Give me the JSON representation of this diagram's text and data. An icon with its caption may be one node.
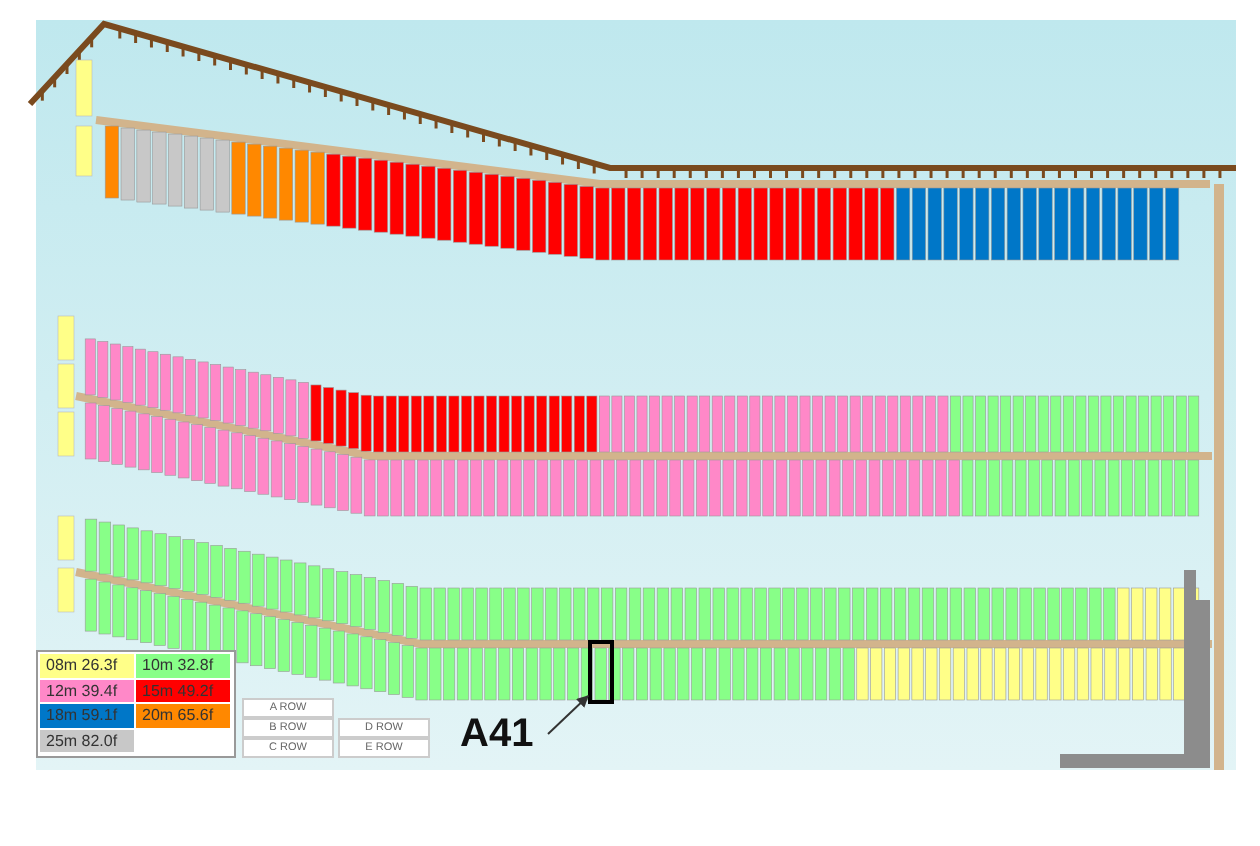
{
  "diagram": {
    "nodes": [
      {
        "text": [
          "A41"
        ]
      },
      {
        "text": [],
        "shape": "box"
      }
    ],
    "edges": [
      {
        "from": 0,
        "to": 1,
        "arrow": "to"
      }
    ],
    "labels": [
      "A ROW",
      "B ROW",
      "D ROW",
      "C ROW",
      "E ROW"
    ],
    "legend": [
      {
        "text": "08m 26.3f",
        "color": "#ffff88"
      },
      {
        "text": "10m 32.8f",
        "color": "#88ff88"
      },
      {
        "text": "12m 39.4f",
        "color": "#ff88c8"
      },
      {
        "text": "15m 49.2f",
        "color": "#ff0000"
      },
      {
        "text": "18m 59.1f",
        "color": "#0077c8"
      },
      {
        "text": "20m 65.6f",
        "color": "#ff8800"
      },
      {
        "text": "25m 82.0f",
        "color": "#c8c8c8"
      }
    ]
  }
}
